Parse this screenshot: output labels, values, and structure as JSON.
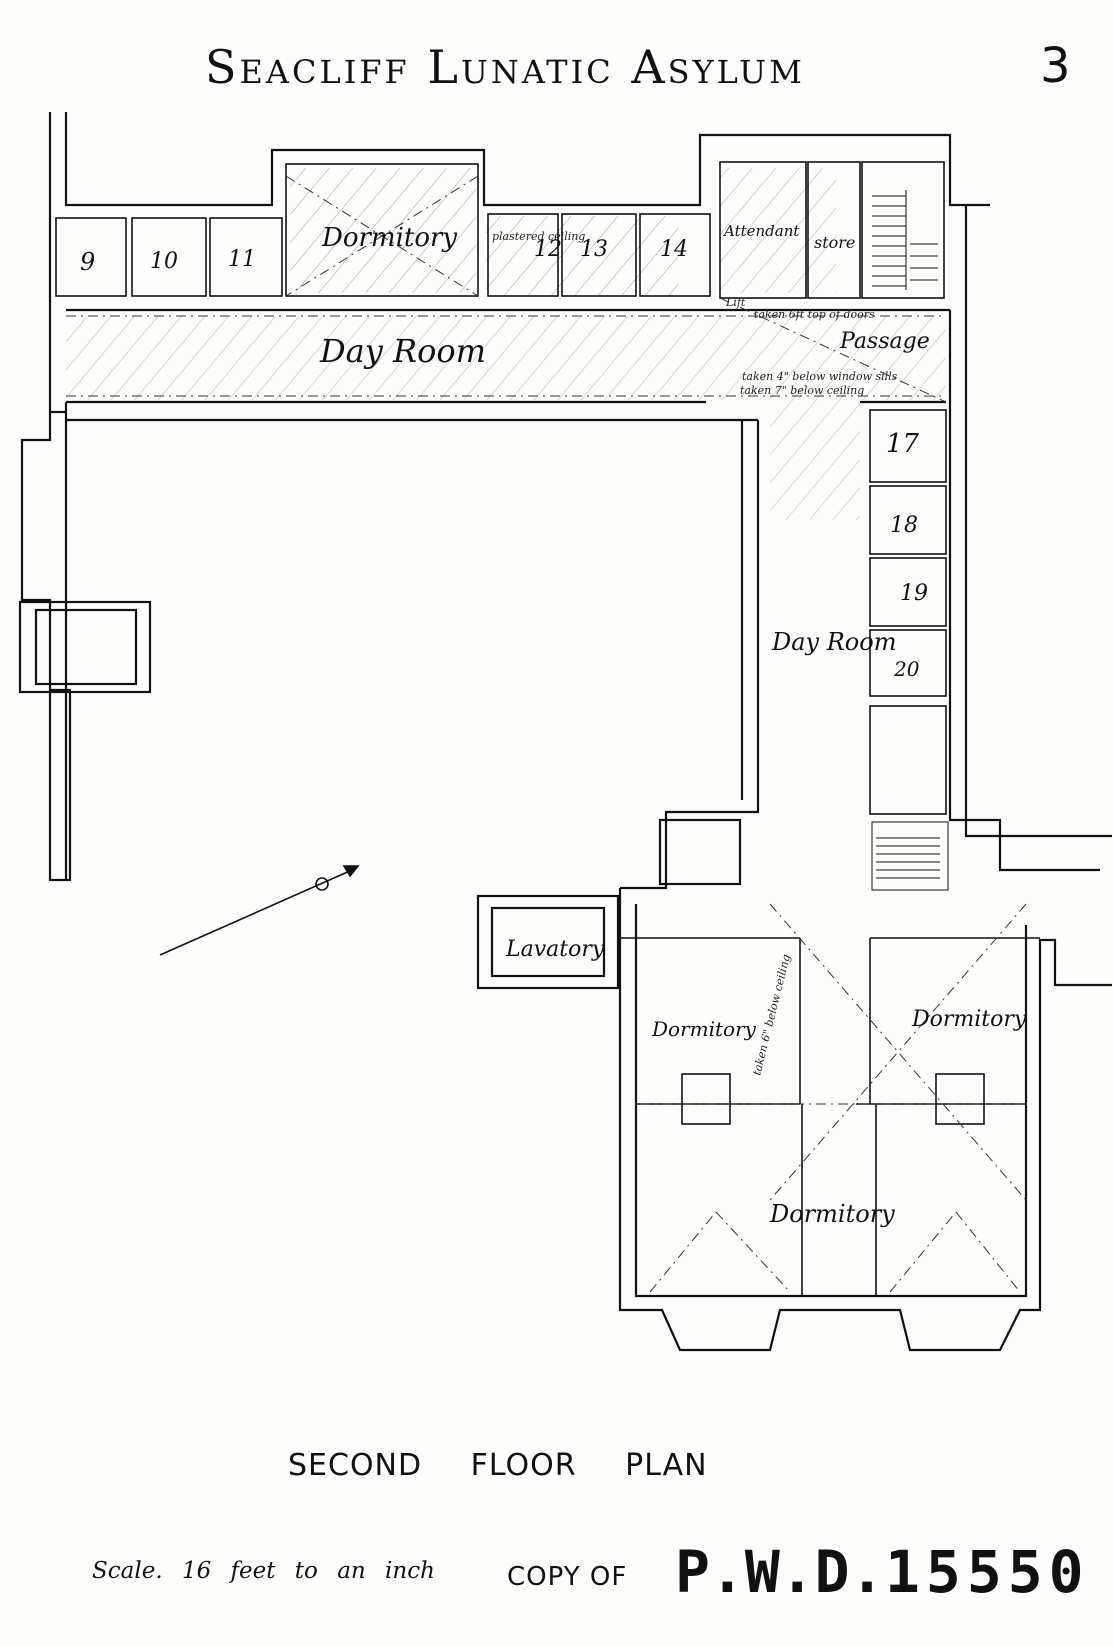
{
  "header": {
    "title": "Seacliff Lunatic Asylum",
    "sheet_number": "3"
  },
  "plan": {
    "rooms": {
      "r9": "9",
      "r10": "10",
      "r11": "11",
      "dormitory_top": "Dormitory",
      "r12": "12",
      "r13": "13",
      "r14": "14",
      "attendant": "Attendant",
      "store": "store",
      "day_room_top": "Day Room",
      "passage": "Passage",
      "r17": "17",
      "r18": "18",
      "r19": "19",
      "r20": "20",
      "day_room_side": "Day Room",
      "lavatory": "Lavatory",
      "dormitory_left": "Dormitory",
      "dormitory_right": "Dormitory",
      "dormitory_bottom": "Dormitory"
    },
    "notes": {
      "n12": "plastered ceiling",
      "lift": "Lift",
      "door": "taken 6ft top of doors",
      "window": "taken 4\" below window sills",
      "ceiling": "taken 7\" below ceiling",
      "vertical": "taken 6\" below ceiling"
    }
  },
  "footer": {
    "subtitle": "SECOND FLOOR PLAN",
    "scale": "Scale. 16 feet to an inch",
    "copy_of": "COPY OF",
    "pwd": "P.W.D.",
    "pwd_number": "15550"
  }
}
